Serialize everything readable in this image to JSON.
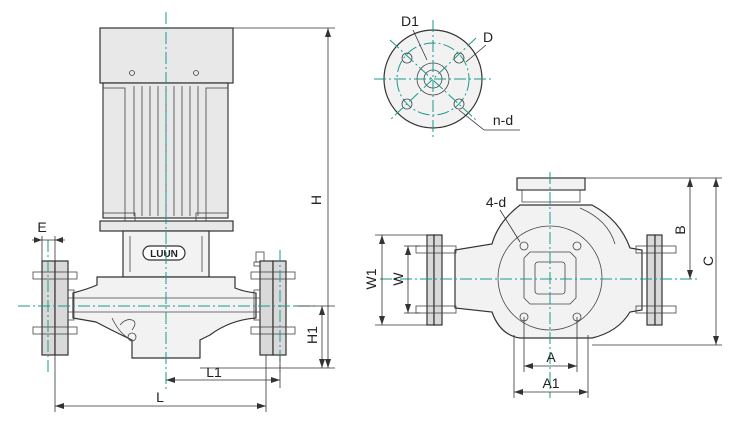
{
  "labels": {
    "E": "E",
    "H": "H",
    "H1": "H1",
    "L": "L",
    "L1": "L1",
    "D1": "D1",
    "D": "D",
    "n_d": "n-d",
    "four_d": "4-d",
    "W1": "W1",
    "W": "W",
    "B": "B",
    "C": "C",
    "A": "A",
    "A1": "A1",
    "logo": "LUUN"
  },
  "colors": {
    "centerline": "#1a9a8a",
    "line": "#333333"
  }
}
